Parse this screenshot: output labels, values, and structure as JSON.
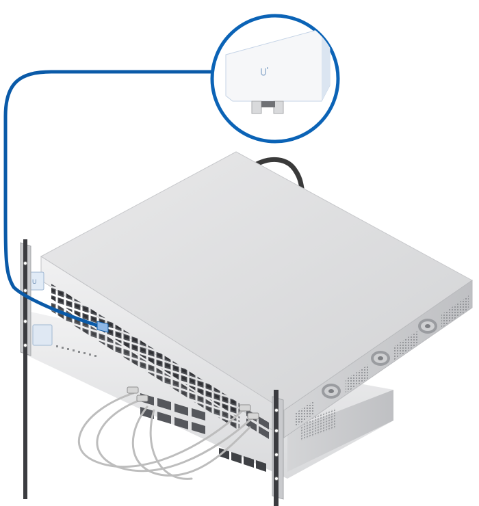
{
  "diagram": {
    "accent_color": "#0a5aa8",
    "callout_border_color": "#0b63b6",
    "fiber_color": "#bdbdbd",
    "power_cable_color": "#3a3a3a",
    "components": {
      "access_point": {
        "icon": "ubiquiti-logo-icon"
      },
      "upper_switch": {
        "port_count": 48,
        "sfp_count": 4,
        "icon": "ubiquiti-logo-icon"
      },
      "lower_switch": {
        "sfp_count": 12,
        "rj45_count": 4,
        "icon": "ubiquiti-logo-icon"
      }
    }
  }
}
